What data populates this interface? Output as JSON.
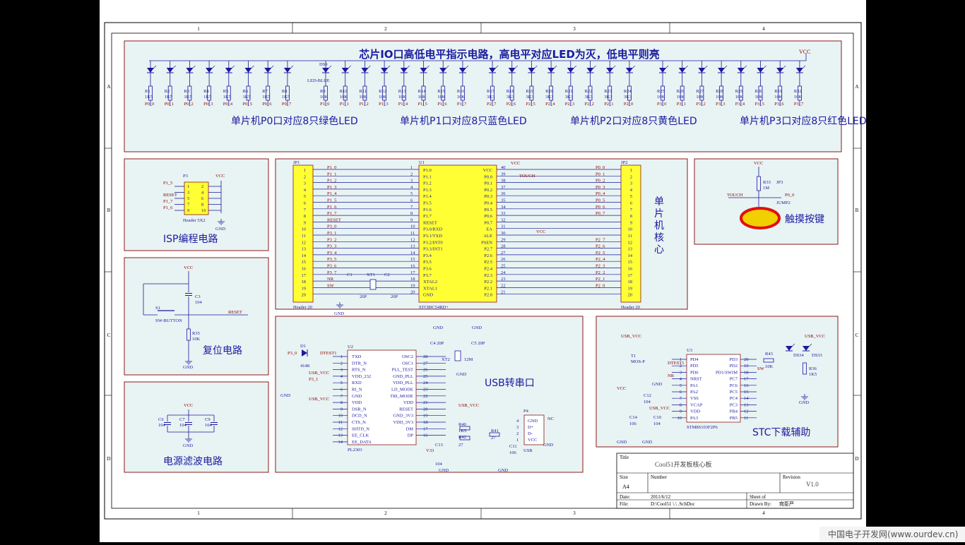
{
  "grid": {
    "columns": [
      "1",
      "2",
      "3",
      "4"
    ],
    "rows": [
      "A",
      "B",
      "C",
      "D"
    ]
  },
  "led_panel": {
    "heading": "芯片IO口高低电平指示电路，高电平对应LED为灭，低电平则亮",
    "vcc": "VCC",
    "ds9_label": "DS9",
    "ds9_desc": "LED-BLUE",
    "groups": [
      {
        "caption": "单片机P0口对应8只绿色LED",
        "color": "#1a1aa0",
        "resistors": [
          {
            "ref": "R1",
            "val": "1K5",
            "net": "P0_0"
          },
          {
            "ref": "R2",
            "val": "1K5",
            "net": "P0_1"
          },
          {
            "ref": "R3",
            "val": "1K5",
            "net": "P0_2"
          },
          {
            "ref": "R4",
            "val": "1K5",
            "net": "P0_3"
          },
          {
            "ref": "R5",
            "val": "1K5",
            "net": "P0_4"
          },
          {
            "ref": "R6",
            "val": "1K5",
            "net": "P0_5"
          },
          {
            "ref": "R7",
            "val": "1K5",
            "net": "P0_6"
          },
          {
            "ref": "R8",
            "val": "1K5",
            "net": "P0_7"
          }
        ]
      },
      {
        "caption": "单片机P1口对应8只蓝色LED",
        "color": "#1a1aa0",
        "resistors": [
          {
            "ref": "R9",
            "val": "10K",
            "net": "P1_0"
          },
          {
            "ref": "R10",
            "val": "10K",
            "net": "P1_1"
          },
          {
            "ref": "R11",
            "val": "10K",
            "net": "P1_2"
          },
          {
            "ref": "R12",
            "val": "10K",
            "net": "P1_3"
          },
          {
            "ref": "R13",
            "val": "10K",
            "net": "P1_4"
          },
          {
            "ref": "R14",
            "val": "10K",
            "net": "P1_5"
          },
          {
            "ref": "R15",
            "val": "10K",
            "net": "P1_6"
          },
          {
            "ref": "R16",
            "val": "10K",
            "net": "P1_7"
          }
        ]
      },
      {
        "caption": "单片机P2口对应8只黄色LED",
        "color": "#1a1aa0",
        "resistors": [
          {
            "ref": "R17",
            "val": "3K3",
            "net": "P2_7"
          },
          {
            "ref": "R18",
            "val": "3K3",
            "net": "P2_6"
          },
          {
            "ref": "R19",
            "val": "3K3",
            "net": "P2_5"
          },
          {
            "ref": "R20",
            "val": "3K3",
            "net": "P2_4"
          },
          {
            "ref": "R21",
            "val": "3K3",
            "net": "P2_3"
          },
          {
            "ref": "R22",
            "val": "3K3",
            "net": "P2_2"
          },
          {
            "ref": "R23",
            "val": "3K3",
            "net": "P2_1"
          },
          {
            "ref": "R24",
            "val": "3K3",
            "net": "P2_0"
          }
        ]
      },
      {
        "caption": "单片机P3口对应8只红色LED",
        "color": "#1a1aa0",
        "resistors": [
          {
            "ref": "R25",
            "val": "10K",
            "net": "P3_0"
          },
          {
            "ref": "R26",
            "val": "10K",
            "net": "P3_1"
          },
          {
            "ref": "R27",
            "val": "10K",
            "net": "P3_2"
          },
          {
            "ref": "R28",
            "val": "10K",
            "net": "P3_3"
          },
          {
            "ref": "R29",
            "val": "10K",
            "net": "P3_4"
          },
          {
            "ref": "R30",
            "val": "10K",
            "net": "P3_5"
          },
          {
            "ref": "R31",
            "val": "10K",
            "net": "P3_6"
          },
          {
            "ref": "R32",
            "val": "10K",
            "net": "P3_7"
          }
        ]
      }
    ]
  },
  "isp": {
    "caption": "ISP编程电路",
    "ref": "P3",
    "part": "Header 5X2",
    "vcc": "VCC",
    "gnd": "GND",
    "nets": [
      "P1_5",
      "RESET",
      "P1_7",
      "P1_6"
    ],
    "pins_left": [
      "1",
      "3",
      "5",
      "7",
      "9"
    ],
    "pins_right": [
      "2",
      "4",
      "6",
      "8",
      "10"
    ]
  },
  "reset": {
    "caption": "复位电路",
    "vcc": "VCC",
    "cap_ref": "C3",
    "cap_val": "104",
    "sw_ref": "S1",
    "sw_part": "SW-BUTTON",
    "net": "RESET",
    "res_ref": "R35",
    "res_val": "10K",
    "gnd": "GND"
  },
  "filter": {
    "caption": "电源滤波电路",
    "vcc": "VCC",
    "gnd": "GND",
    "caps": [
      {
        "ref": "C6",
        "val": "104"
      },
      {
        "ref": "C7",
        "val": "104"
      },
      {
        "ref": "C9",
        "val": "104"
      }
    ]
  },
  "core": {
    "caption_chars": [
      "单",
      "片",
      "机",
      "核",
      "心"
    ],
    "jp1": {
      "ref": "JP1",
      "part": "Header 20",
      "nets": [
        "P1_0",
        "P1_1",
        "P1_2",
        "P1_3",
        "P1_4",
        "P1_5",
        "P1_6",
        "P1_7",
        "RESET",
        "P3_0",
        "P3_1",
        "P3_2",
        "P3_3",
        "P3_4",
        "P3_5",
        "P3_6",
        "P3_7",
        "NR",
        "SW",
        ""
      ]
    },
    "jp2": {
      "ref": "JP2",
      "part": "Header 20",
      "nets": [
        "P0_0",
        "P0_1",
        "P0_2",
        "P0_3",
        "P0_4",
        "P0_5",
        "P0_6",
        "P0_7",
        "",
        "",
        "",
        "P2_7",
        "P2_6",
        "P2_5",
        "P2_4",
        "P2_3",
        "P2_2",
        "P2_1",
        "P2_0",
        ""
      ]
    },
    "u1": {
      "ref": "U1",
      "part": "STC89C54RD+",
      "left_pins": [
        {
          "n": "1",
          "name": "P1.0"
        },
        {
          "n": "2",
          "name": "P1.1"
        },
        {
          "n": "3",
          "name": "P1.2"
        },
        {
          "n": "4",
          "name": "P1.3"
        },
        {
          "n": "5",
          "name": "P1.4"
        },
        {
          "n": "6",
          "name": "P1.5"
        },
        {
          "n": "7",
          "name": "P1.6"
        },
        {
          "n": "8",
          "name": "P1.7"
        },
        {
          "n": "9",
          "name": "RESET"
        },
        {
          "n": "10",
          "name": "P3.0/RXD"
        },
        {
          "n": "11",
          "name": "P3.1/TXD"
        },
        {
          "n": "12",
          "name": "P3.2/INT0"
        },
        {
          "n": "13",
          "name": "P3.3/INT1"
        },
        {
          "n": "14",
          "name": "P3.4"
        },
        {
          "n": "15",
          "name": "P3.5"
        },
        {
          "n": "16",
          "name": "P3.6"
        },
        {
          "n": "17",
          "name": "P3.7"
        },
        {
          "n": "18",
          "name": "XTAL2"
        },
        {
          "n": "19",
          "name": "XTAL1"
        },
        {
          "n": "20",
          "name": "GND"
        }
      ],
      "right_pins": [
        {
          "n": "40",
          "name": "VCC"
        },
        {
          "n": "39",
          "name": "P0.0"
        },
        {
          "n": "38",
          "name": "P0.1"
        },
        {
          "n": "37",
          "name": "P0.2"
        },
        {
          "n": "36",
          "name": "P0.3"
        },
        {
          "n": "35",
          "name": "P0.4"
        },
        {
          "n": "34",
          "name": "P0.5"
        },
        {
          "n": "33",
          "name": "P0.6"
        },
        {
          "n": "32",
          "name": "P0.7"
        },
        {
          "n": "31",
          "name": "EA"
        },
        {
          "n": "30",
          "name": "ALE"
        },
        {
          "n": "29",
          "name": "PSEN"
        },
        {
          "n": "28",
          "name": "P2.7"
        },
        {
          "n": "27",
          "name": "P2.6"
        },
        {
          "n": "26",
          "name": "P2.5"
        },
        {
          "n": "25",
          "name": "P2.4"
        },
        {
          "n": "24",
          "name": "P2.3"
        },
        {
          "n": "23",
          "name": "P2.2"
        },
        {
          "n": "22",
          "name": "P2.1"
        },
        {
          "n": "21",
          "name": "P2.0"
        }
      ]
    },
    "vcc": "VCC",
    "touch": "TOUCH",
    "gnd": "GND",
    "xtal": "XT1",
    "c1": "C1",
    "c2": "C2",
    "c1_val": "20P",
    "c2_val": "20P"
  },
  "touch": {
    "caption": "触摸按键",
    "vcc": "VCC",
    "res_ref": "R33",
    "res_val": "1M",
    "net_touch": "TOUCH",
    "jp_ref": "JP3",
    "jp_part": "JUMP2",
    "net_p": "P0_0",
    "pad_fill": "#f0d000",
    "pad_ring": "#e01010"
  },
  "usb": {
    "caption": "USB转串口",
    "diode_ref": "D1",
    "diode_part": "4148",
    "net_p30": "P3_0",
    "net_dtest": "DTEST1",
    "net_usbvcc": "USB_VCC",
    "net_p31": "P3_1",
    "u2_ref": "U2",
    "u2_part": "PL2303",
    "left_pins": [
      {
        "n": "1",
        "name": "TXD"
      },
      {
        "n": "2",
        "name": "DTR_N"
      },
      {
        "n": "3",
        "name": "RTS_N"
      },
      {
        "n": "4",
        "name": "VDD_232"
      },
      {
        "n": "5",
        "name": "RXD"
      },
      {
        "n": "6",
        "name": "RI_N"
      },
      {
        "n": "7",
        "name": "GND"
      },
      {
        "n": "8",
        "name": "VDD"
      },
      {
        "n": "9",
        "name": "DSR_N"
      },
      {
        "n": "10",
        "name": "DCD_N"
      },
      {
        "n": "11",
        "name": "CTS_N"
      },
      {
        "n": "12",
        "name": "SHTD_N"
      },
      {
        "n": "13",
        "name": "EE_CLK"
      },
      {
        "n": "14",
        "name": "EE_DATA"
      }
    ],
    "right_pins": [
      {
        "n": "28",
        "name": "OSC2"
      },
      {
        "n": "27",
        "name": "OSC1"
      },
      {
        "n": "26",
        "name": "PLL_TEST"
      },
      {
        "n": "25",
        "name": "GND_PLL"
      },
      {
        "n": "24",
        "name": "VDD_PLL"
      },
      {
        "n": "23",
        "name": "LD_MODE"
      },
      {
        "n": "22",
        "name": "TRI_MODE"
      },
      {
        "n": "21",
        "name": "VDD"
      },
      {
        "n": "20",
        "name": "RESET"
      },
      {
        "n": "19",
        "name": "GND_3V3"
      },
      {
        "n": "18",
        "name": "VDD_3V3"
      },
      {
        "n": "17",
        "name": "DM"
      },
      {
        "n": "16",
        "name": "DP"
      },
      {
        "n": "15",
        "name": ""
      }
    ],
    "gnd": "GND",
    "c4": "C4",
    "c5": "C5",
    "c_val": "20P",
    "xt2": "XT2",
    "xt2_val": "12M",
    "r40": "R40",
    "r40_val": "1K5",
    "r41": "R41",
    "r42": "R42",
    "r42_val": "27",
    "r41_val": "27",
    "c13": "C13",
    "c13_val": "104",
    "c11": "C11",
    "c11_val": "106",
    "v33": "V33",
    "p4": "P4",
    "p4_part": "USB",
    "p4_pins": [
      "GND",
      "D+",
      "D-",
      "VCC"
    ],
    "nc": "NC",
    "usb_vcc2": "USB_VCC"
  },
  "stc": {
    "caption": "STC下载辅助",
    "usb_vcc": "USB_VCC",
    "t1_ref": "T1",
    "t1_part": "MOS-P",
    "vcc": "VCC",
    "u3_ref": "U3",
    "u3_part": "STM8S103F2P6",
    "left_pins": [
      {
        "n": "1",
        "name": "PD4"
      },
      {
        "n": "2",
        "name": "PD5"
      },
      {
        "n": "3",
        "name": "PD6"
      },
      {
        "n": "4",
        "name": "NRST"
      },
      {
        "n": "5",
        "name": "PA1"
      },
      {
        "n": "6",
        "name": "PA2"
      },
      {
        "n": "7",
        "name": "VSS"
      },
      {
        "n": "8",
        "name": "VCAP"
      },
      {
        "n": "9",
        "name": "VDD"
      },
      {
        "n": "10",
        "name": "PA3"
      }
    ],
    "right_pins": [
      {
        "n": "20",
        "name": "PD3"
      },
      {
        "n": "19",
        "name": "PD2"
      },
      {
        "n": "18",
        "name": "PD1/SWIM"
      },
      {
        "n": "17",
        "name": "PC7"
      },
      {
        "n": "16",
        "name": "PC6"
      },
      {
        "n": "15",
        "name": "PC5"
      },
      {
        "n": "14",
        "name": "PC4"
      },
      {
        "n": "13",
        "name": "PC3"
      },
      {
        "n": "12",
        "name": "PB4"
      },
      {
        "n": "11",
        "name": "PB5"
      }
    ],
    "net_dtest": "DTEST1",
    "net_nr": "NR",
    "net_sw": "SW",
    "r43": "R43",
    "r43_val": "10K",
    "ds34": "DS34",
    "ds33": "DS33",
    "r36": "R36",
    "r36_val": "1K5",
    "c12": "C12",
    "c12_val": "104",
    "c14": "C14",
    "c14_val": "106",
    "c10": "C10",
    "c10_val": "104",
    "gnd": "GND"
  },
  "title_block": {
    "title_label": "Title",
    "title": "Cool51开发板核心板",
    "size_label": "Size",
    "size": "A4",
    "number_label": "Number",
    "revision_label": "Revision",
    "revision": "V1.0",
    "date_label": "Date:",
    "date": "2011/6/12",
    "file_label": "File:",
    "file": "D:\\Cool51     \\.\\        .SchDoc",
    "sheet_label": "Sheet     of",
    "drawn_label": "Drawn By:",
    "drawn": "宛臣严"
  },
  "watermark": "中国电子开发网(www.ourdev.cn)",
  "colors": {
    "border": "#8b1a1a",
    "panel": "#e8f3f3",
    "wire": "#1a1aa0",
    "text": "#1a1aa0",
    "chip": "#ffff33",
    "net": "#8b0000",
    "caption": "#1a1aa0"
  }
}
